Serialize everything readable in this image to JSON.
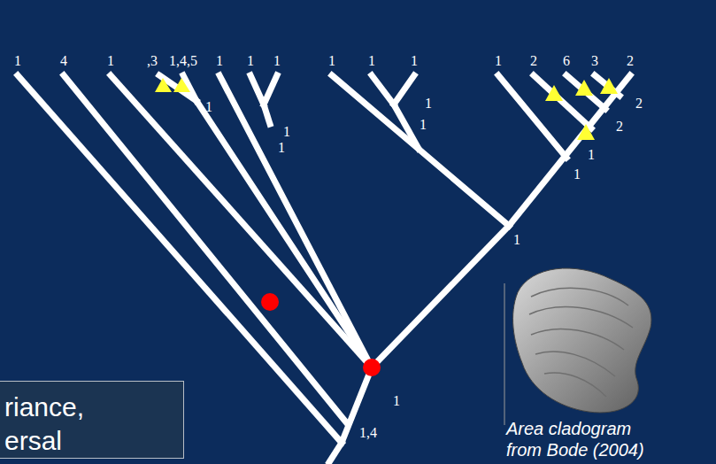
{
  "diagram": {
    "caption": "Area cladogram from Bode (2004)",
    "nodes": [
      {
        "text": [
          "riance, ersal"
        ]
      }
    ],
    "labels": [
      "1",
      "4",
      "1",
      ",3",
      "1,4,5",
      "1",
      "1",
      "1",
      "1",
      "1",
      "1",
      "1",
      "2",
      "6",
      "3",
      "2",
      "1",
      "1",
      "1",
      "1",
      "1",
      "2",
      "2",
      "1",
      "1",
      "1",
      "1",
      "1,4"
    ]
  }
}
